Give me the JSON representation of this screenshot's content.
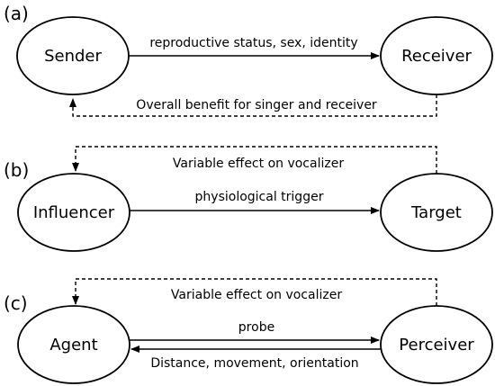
{
  "panel_a": {
    "label": "(a)",
    "left_node": "Sender",
    "right_node": "Receiver",
    "forward_edge": "reproductive status, sex, identity",
    "feedback_edge": "Overall benefit for singer and receiver"
  },
  "panel_b": {
    "label": "(b)",
    "left_node": "Influencer",
    "right_node": "Target",
    "forward_edge": "physiological trigger",
    "feedback_edge": "Variable effect on vocalizer"
  },
  "panel_c": {
    "label": "(c)",
    "left_node": "Agent",
    "right_node": "Perceiver",
    "forward_edge": "probe",
    "backward_edge": "Distance, movement, orientation",
    "feedback_edge": "Variable effect on vocalizer"
  }
}
